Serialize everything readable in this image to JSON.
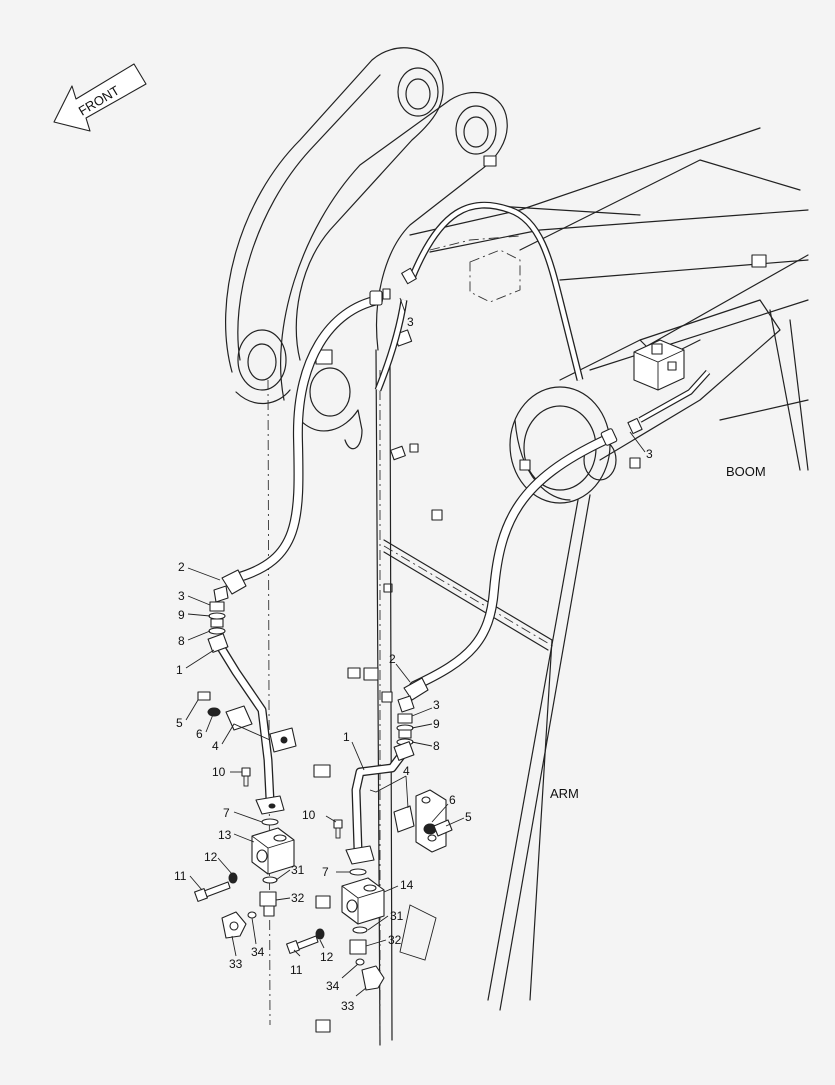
{
  "diagram": {
    "front_label": "FRONT",
    "region_labels": {
      "boom": "BOOM",
      "arm": "ARM"
    },
    "callouts": [
      {
        "id": "c3a",
        "text": "3"
      },
      {
        "id": "c3b",
        "text": "3"
      },
      {
        "id": "c2l",
        "text": "2"
      },
      {
        "id": "c3l",
        "text": "3"
      },
      {
        "id": "c9l",
        "text": "9"
      },
      {
        "id": "c8l",
        "text": "8"
      },
      {
        "id": "c1l",
        "text": "1"
      },
      {
        "id": "c5l",
        "text": "5"
      },
      {
        "id": "c6l",
        "text": "6"
      },
      {
        "id": "c4l",
        "text": "4"
      },
      {
        "id": "c10l",
        "text": "10"
      },
      {
        "id": "c7l",
        "text": "7"
      },
      {
        "id": "c13",
        "text": "13"
      },
      {
        "id": "c12l",
        "text": "12"
      },
      {
        "id": "c11l",
        "text": "11"
      },
      {
        "id": "c31l",
        "text": "31"
      },
      {
        "id": "c32l",
        "text": "32"
      },
      {
        "id": "c34l",
        "text": "34"
      },
      {
        "id": "c33l",
        "text": "33"
      },
      {
        "id": "c2r",
        "text": "2"
      },
      {
        "id": "c3r",
        "text": "3"
      },
      {
        "id": "c9r",
        "text": "9"
      },
      {
        "id": "c8r",
        "text": "8"
      },
      {
        "id": "c1r",
        "text": "1"
      },
      {
        "id": "c4r",
        "text": "4"
      },
      {
        "id": "c6r",
        "text": "6"
      },
      {
        "id": "c5r",
        "text": "5"
      },
      {
        "id": "c10r",
        "text": "10"
      },
      {
        "id": "c7r",
        "text": "7"
      },
      {
        "id": "c14",
        "text": "14"
      },
      {
        "id": "c31r",
        "text": "31"
      },
      {
        "id": "c32r",
        "text": "32"
      },
      {
        "id": "c11r",
        "text": "11"
      },
      {
        "id": "c12r",
        "text": "12"
      },
      {
        "id": "c34r",
        "text": "34"
      },
      {
        "id": "c33r",
        "text": "33"
      }
    ]
  }
}
